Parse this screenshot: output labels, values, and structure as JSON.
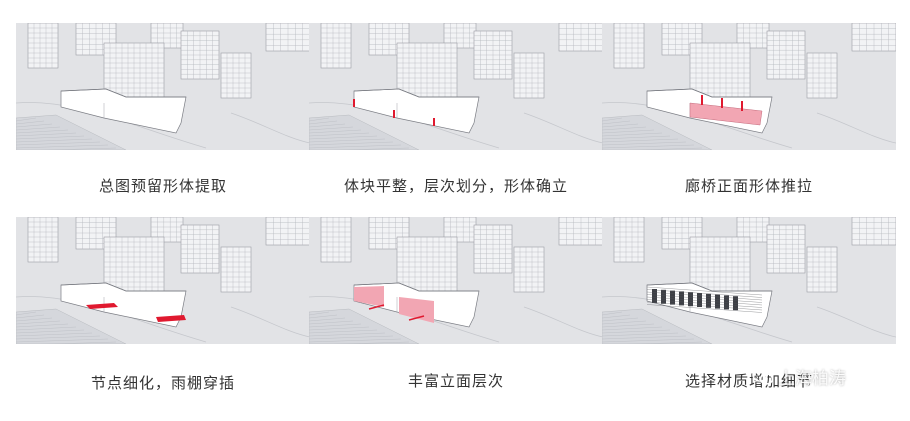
{
  "steps": [
    {
      "caption": "总图预留形体提取",
      "variant": "plain"
    },
    {
      "caption": "体块平整，层次划分，形体确立",
      "variant": "marks"
    },
    {
      "caption": "廊桥正面形体推拉",
      "variant": "pink-band"
    },
    {
      "caption": "节点细化，雨棚穿插",
      "variant": "canopy"
    },
    {
      "caption": "丰富立面层次",
      "variant": "pink-facade"
    },
    {
      "caption": "选择材质增加细节",
      "variant": "detailed"
    }
  ],
  "watermark": {
    "text": "上海柏涛",
    "icon": "wechat-icon"
  },
  "colors": {
    "panel_bg": "#e2e3e6",
    "accent_pink": "#f2a6b3",
    "accent_red": "#e0192f"
  }
}
